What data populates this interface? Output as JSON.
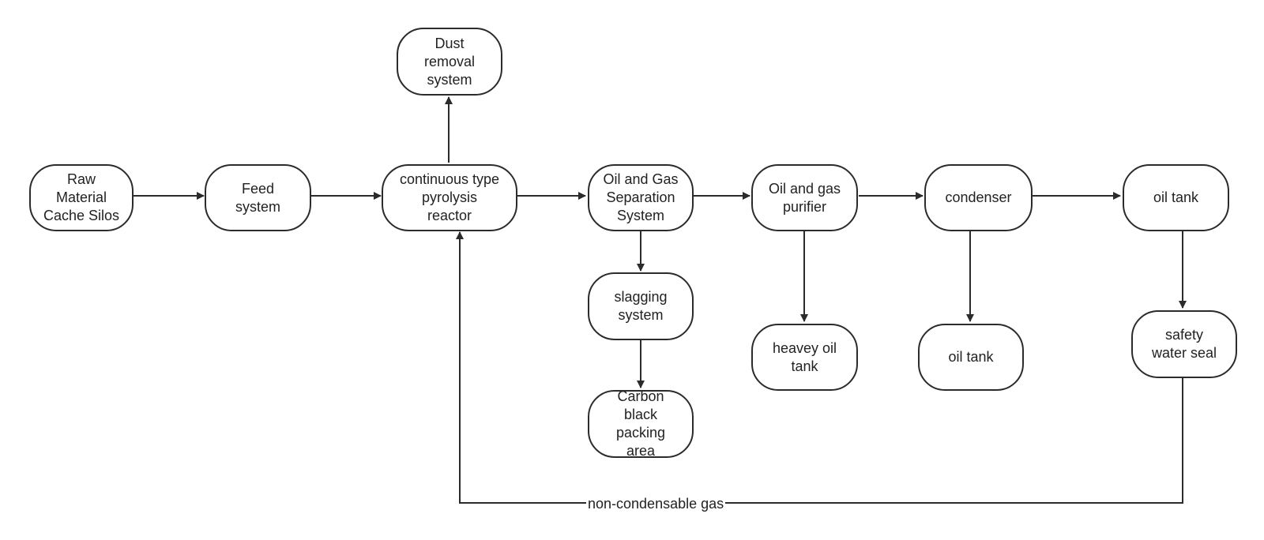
{
  "diagram": {
    "nodes": {
      "raw_material": "Raw\nMaterial\nCache Silos",
      "feed_system": "Feed\nsystem",
      "pyrolysis_reactor": "continuous type\npyrolysis\nreactor",
      "dust_removal": "Dust\nremoval\nsystem",
      "oil_gas_separation": "Oil and Gas\nSeparation\nSystem",
      "slagging_system": "slagging\nsystem",
      "carbon_black": "Carbon\nblack\npacking\narea",
      "purifier": "Oil and gas\npurifier",
      "heavy_oil_tank": "heavey oil\ntank",
      "condenser": "condenser",
      "condenser_oil_tank": "oil tank",
      "oil_tank": "oil tank",
      "water_seal": "safety\nwater seal"
    },
    "edge_labels": {
      "gas_return": "non-condensable gas"
    },
    "colors": {
      "stroke": "#2b2b2b",
      "text": "#222222",
      "background": "#ffffff"
    }
  }
}
